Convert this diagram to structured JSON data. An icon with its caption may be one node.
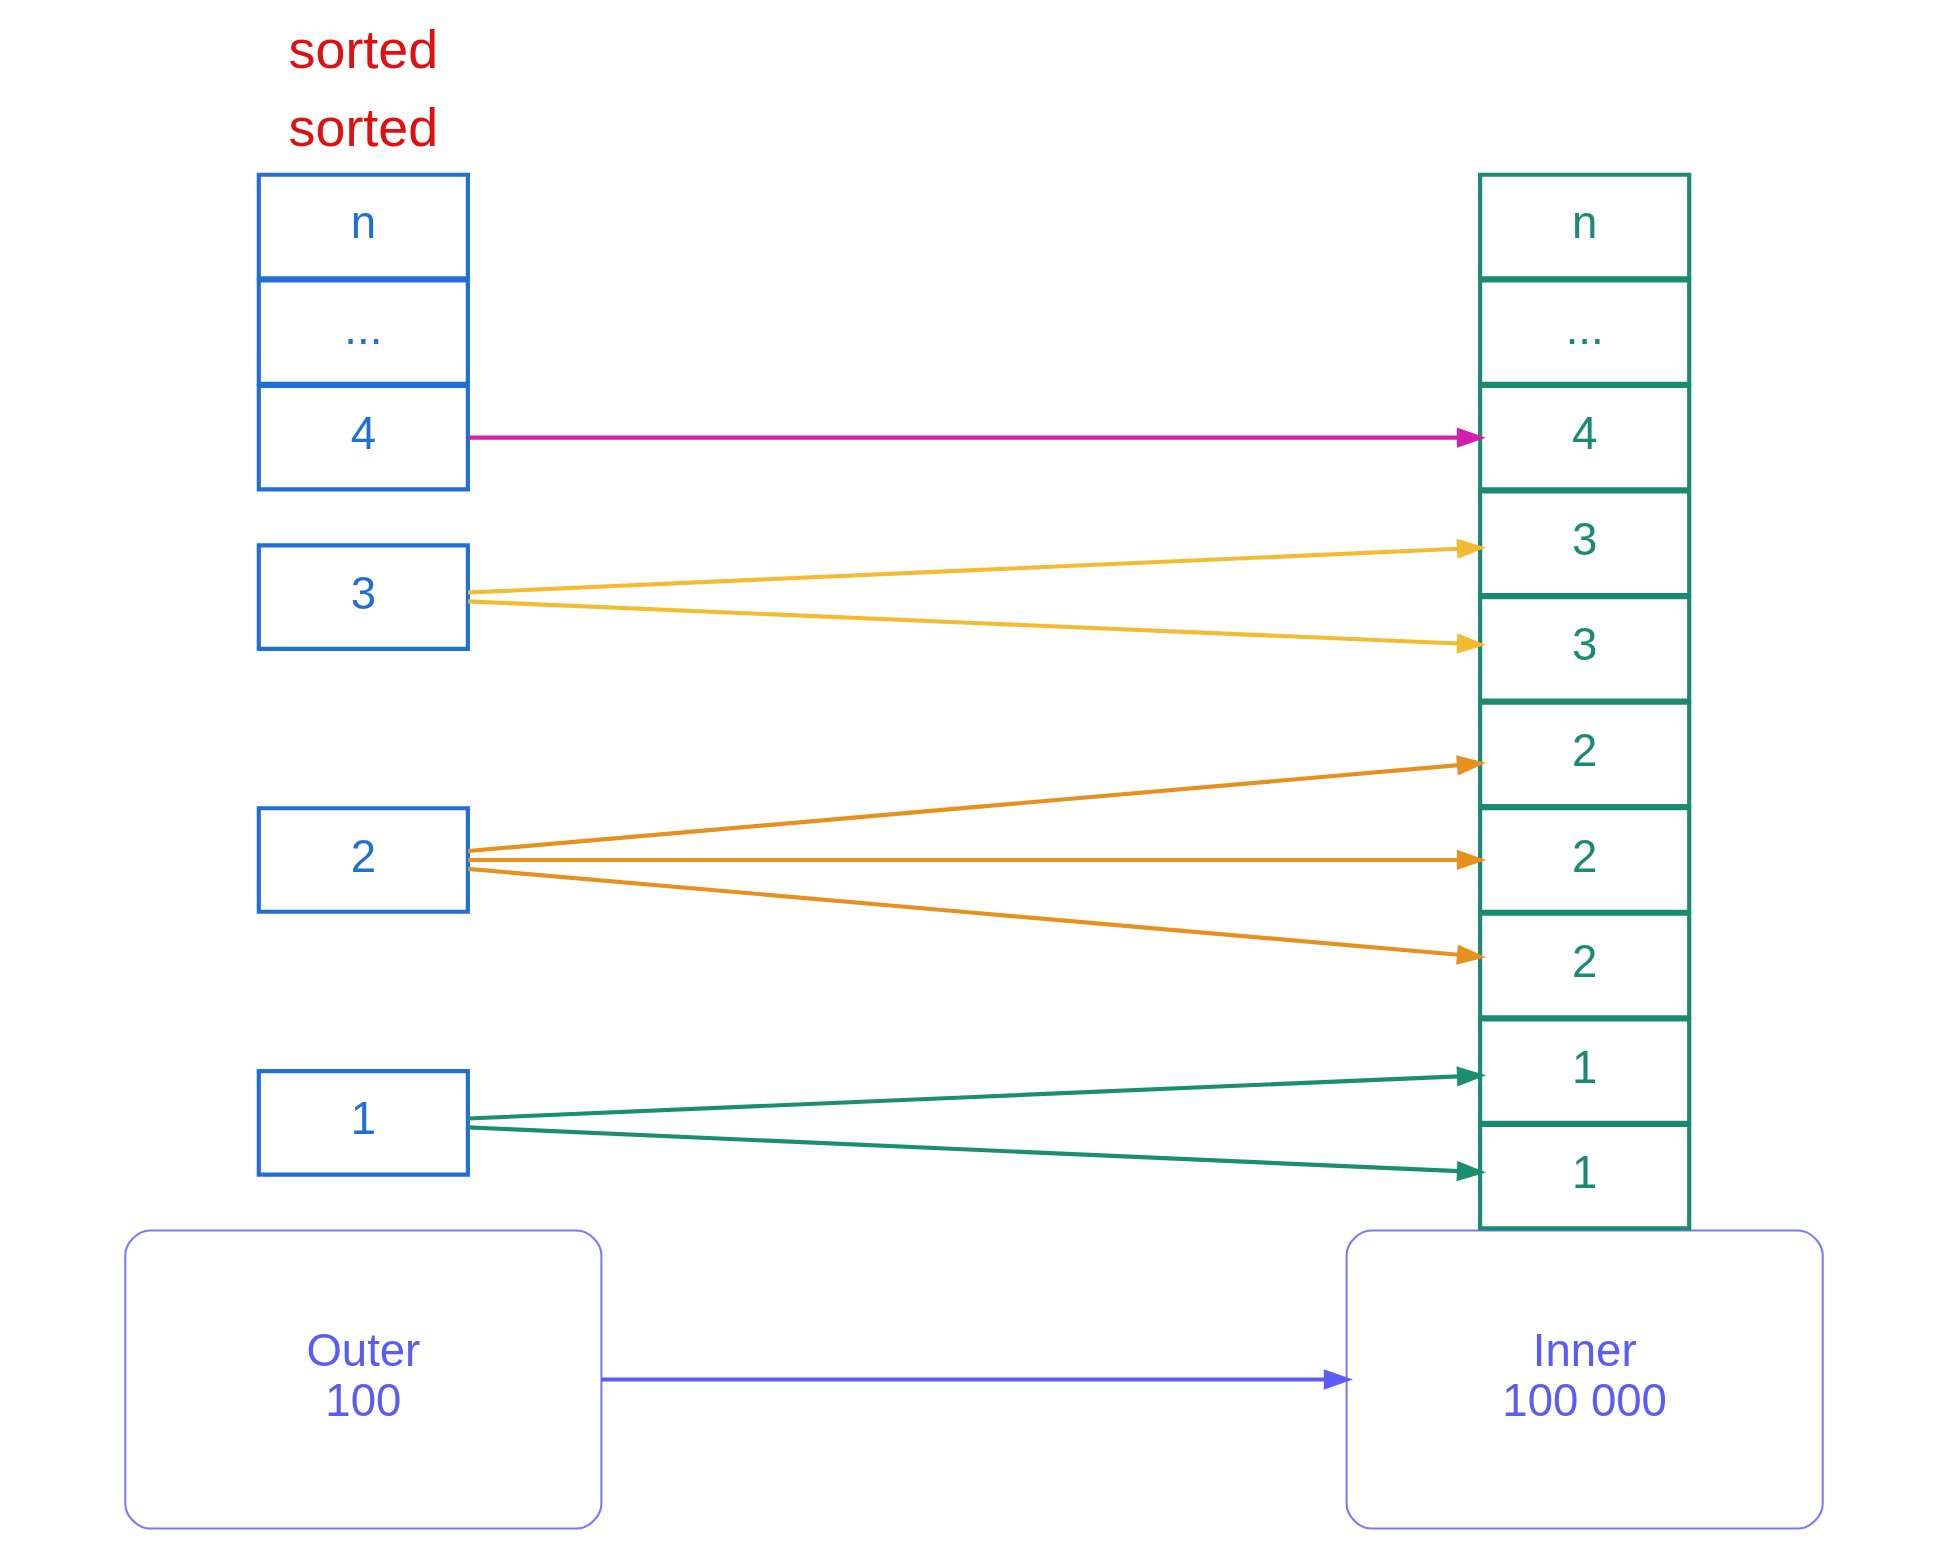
{
  "diagram": {
    "nodes": [
      {
        "text": [
          "Outer",
          "100"
        ]
      },
      {
        "text": [
          "Inner",
          "100 000"
        ]
      },
      {
        "text": [
          "1"
        ]
      },
      {
        "text": [
          "2"
        ]
      },
      {
        "text": [
          "3"
        ]
      },
      {
        "text": [
          "4"
        ]
      },
      {
        "text": [
          "..."
        ]
      },
      {
        "text": [
          "n"
        ]
      },
      {
        "text": [
          "1"
        ]
      },
      {
        "text": [
          "1"
        ]
      },
      {
        "text": [
          "2"
        ]
      },
      {
        "text": [
          "2"
        ]
      },
      {
        "text": [
          "2"
        ]
      },
      {
        "text": [
          "3"
        ]
      },
      {
        "text": [
          "3"
        ]
      },
      {
        "text": [
          "4"
        ]
      },
      {
        "text": [
          "..."
        ]
      },
      {
        "text": [
          "n"
        ]
      }
    ],
    "edges": [
      {
        "from": 0,
        "to": 1,
        "arrow": "to",
        "color": "#5b5bf5"
      },
      {
        "from": 2,
        "to": 8,
        "arrow": "to",
        "color": "#1a8f6f"
      },
      {
        "from": 2,
        "to": 9,
        "arrow": "to",
        "color": "#1a8f6f"
      },
      {
        "from": 3,
        "to": 10,
        "arrow": "to",
        "color": "#e8901e"
      },
      {
        "from": 3,
        "to": 11,
        "arrow": "to",
        "color": "#e8901e"
      },
      {
        "from": 3,
        "to": 12,
        "arrow": "to",
        "color": "#e8901e"
      },
      {
        "from": 4,
        "to": 13,
        "arrow": "to",
        "color": "#f5bb30"
      },
      {
        "from": 4,
        "to": 14,
        "arrow": "to",
        "color": "#f5bb30"
      },
      {
        "from": 5,
        "to": 15,
        "arrow": "to",
        "color": "#d21fb0"
      }
    ],
    "labels": [
      "sorted",
      "sorted"
    ]
  }
}
